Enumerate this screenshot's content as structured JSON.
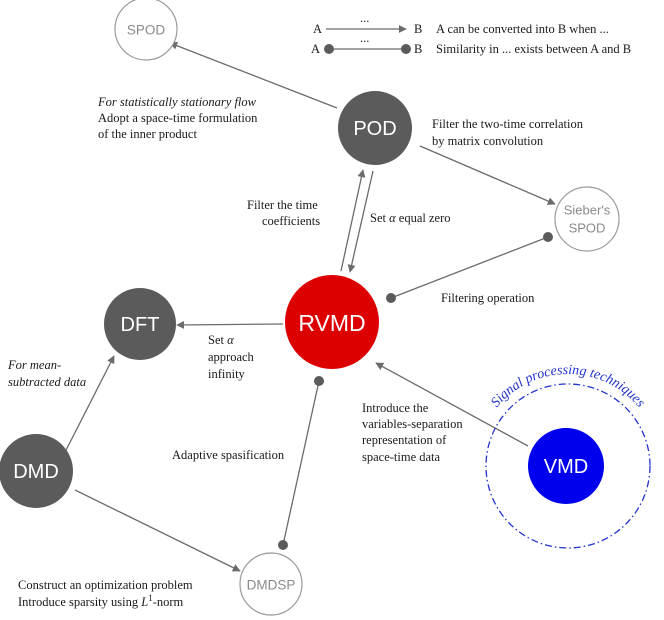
{
  "colors": {
    "edge": "#6b6b6b",
    "node_dark": "#5b5b5b",
    "node_red": "#dd0000",
    "node_blue": "#0000ee",
    "outline_node": "#9a9a9a",
    "outline_text": "#8a8a8a",
    "signal_ring": "#2233cc"
  },
  "legend": {
    "arrow_row": {
      "a": "A",
      "dots": "...",
      "b": "B",
      "desc": "A can be converted into B when ..."
    },
    "dot_row": {
      "a": "A",
      "dots": "...",
      "b": "B",
      "desc": "Similarity in ... exists between A and B"
    }
  },
  "nodes": {
    "spod": "SPOD",
    "pod": "POD",
    "sieber_line1": "Sieber's",
    "sieber_line2": "SPOD",
    "dft": "DFT",
    "rvmd": "RVMD",
    "vmd": "VMD",
    "dmd": "DMD",
    "dmdsp": "DMDSP"
  },
  "signal_ring_label": "Signal processing techniques",
  "annotations": {
    "pod_spod_line1": "For statistically stationary flow",
    "pod_spod_line2": "Adopt a space-time formulation",
    "pod_spod_line3": "of the inner product",
    "pod_sieber_line1": "Filter the two-time correlation",
    "pod_sieber_line2": "by matrix convolution",
    "rvmd_pod_line1": "Filter the time",
    "rvmd_pod_line2": "coefficients",
    "pod_rvmd_prefix": "Set ",
    "pod_rvmd_alpha": "α",
    "pod_rvmd_suffix": " equal zero",
    "filtering": "Filtering operation",
    "rvmd_dft_prefix": "Set ",
    "rvmd_dft_alpha": "α",
    "rvmd_dft_line2": "approach",
    "rvmd_dft_line3": "infinity",
    "dmd_dft_line1": "For mean-",
    "dmd_dft_line2": "subtracted data",
    "vmd_line1": "Introduce the",
    "vmd_line2": "variables-separation",
    "vmd_line3": "representation of",
    "vmd_line4": "space-time data",
    "adaptive": "Adaptive spasification",
    "dmd_dmdsp_line1": "Construct an optimization problem",
    "dmd_dmdsp_line2_prefix": "Introduce sparsity using ",
    "dmd_dmdsp_norm_L": "L",
    "dmd_dmdsp_norm_sup": "1",
    "dmd_dmdsp_line2_suffix": "-norm"
  }
}
